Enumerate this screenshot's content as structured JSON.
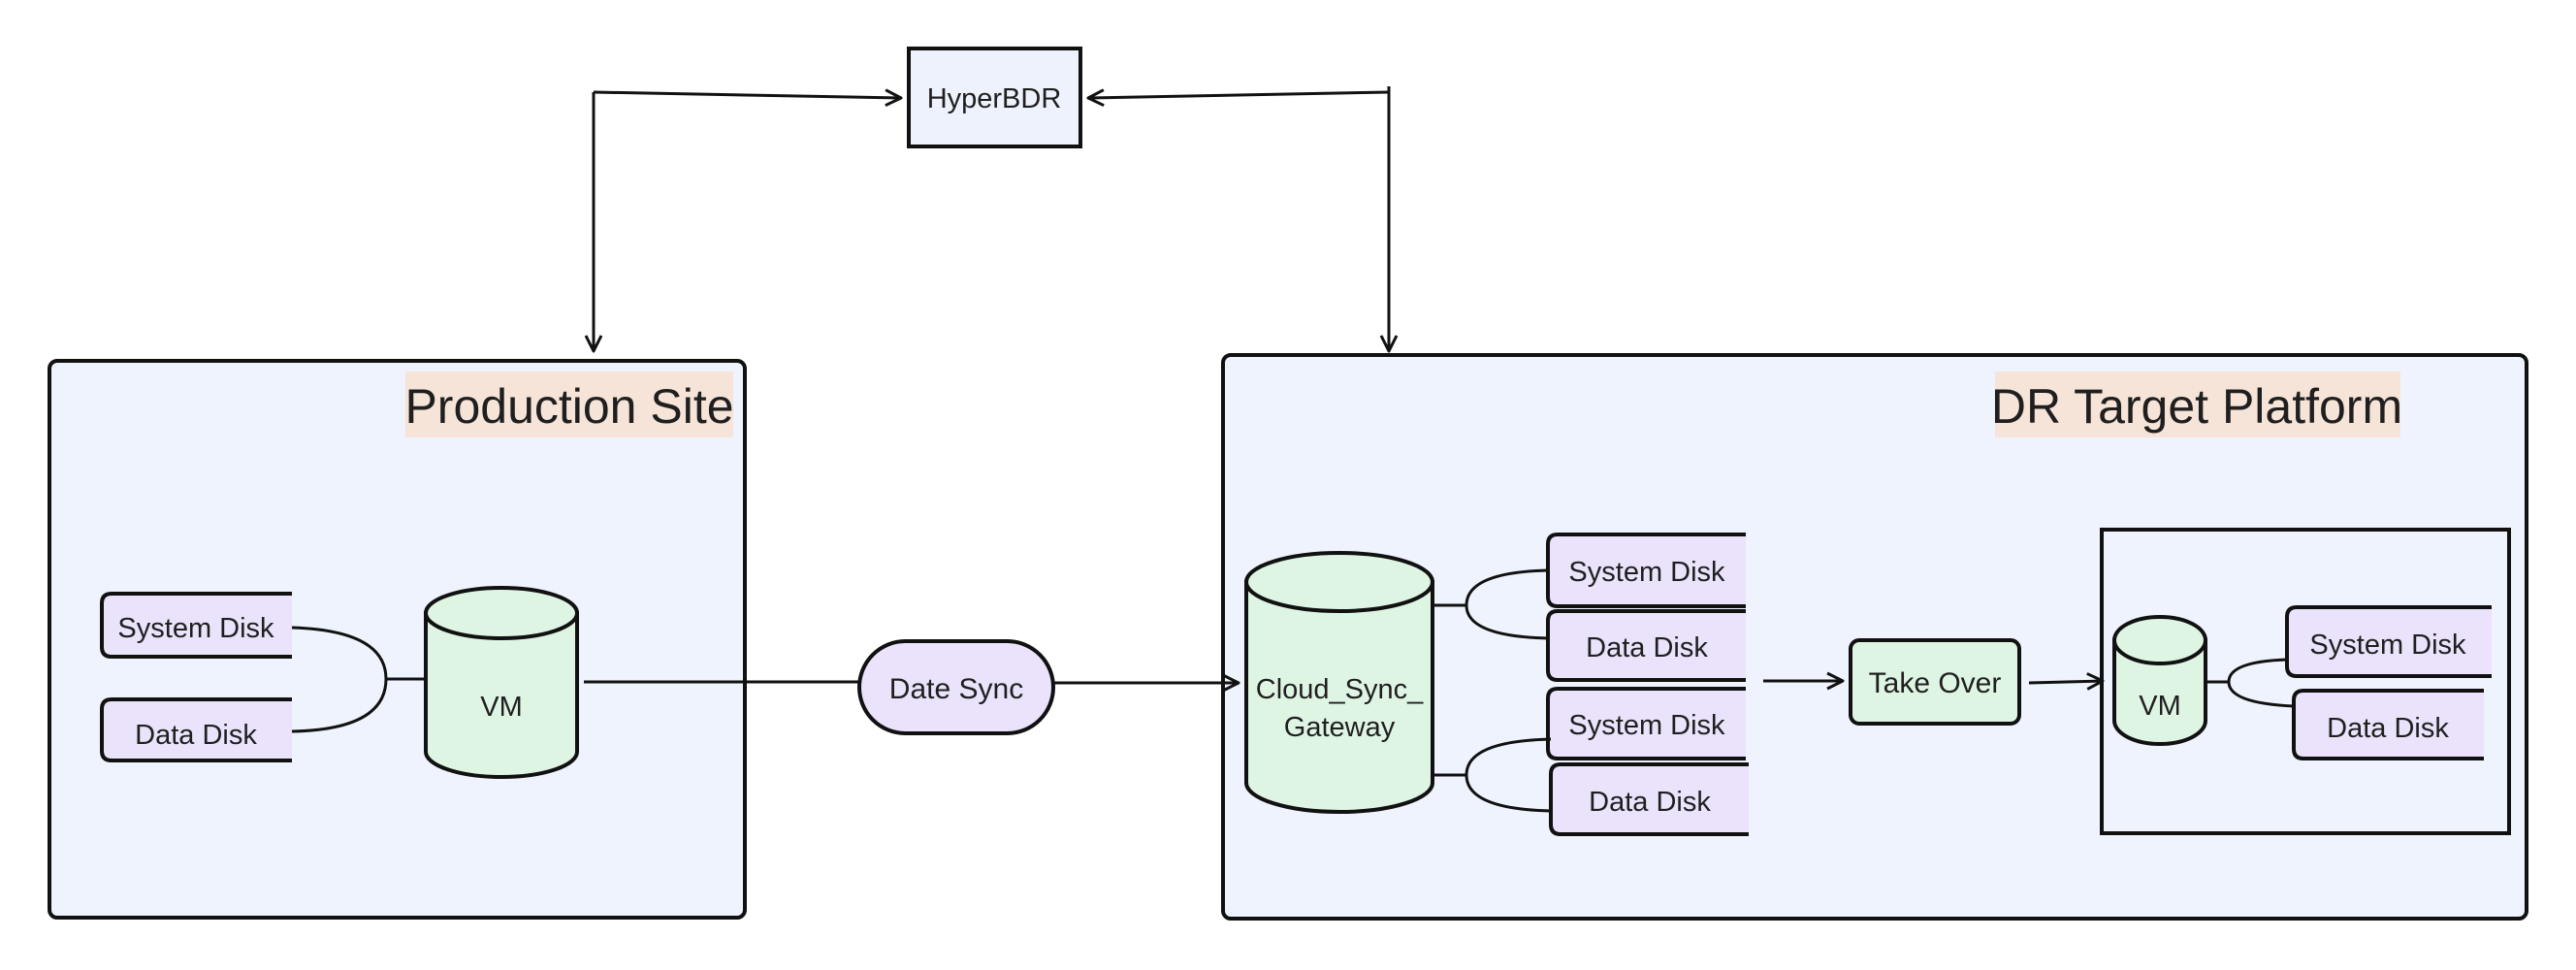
{
  "hyperbdr": {
    "label": "HyperBDR"
  },
  "production_site": {
    "title": "Production Site",
    "system_disk": "System Disk",
    "data_disk": "Data Disk",
    "vm": "VM"
  },
  "sync": {
    "label": "Date Sync"
  },
  "dr_target": {
    "title": "DR Target Platform",
    "gateway_line1": "Cloud_Sync_",
    "gateway_line2": "Gateway",
    "gateway_disks": [
      "System Disk",
      "Data Disk",
      "System Disk",
      "Data Disk"
    ],
    "take_over": "Take Over",
    "vm": "VM",
    "vm_system_disk": "System Disk",
    "vm_data_disk": "Data Disk"
  },
  "colors": {
    "site_fill": "#eff3fd",
    "title_highlight": "#f6e4d9",
    "disk_fill": "#eae3fb",
    "cylinder_fill": "#dff5e4",
    "hyperbdr_fill": "#eef2fc",
    "stroke": "#111111"
  }
}
